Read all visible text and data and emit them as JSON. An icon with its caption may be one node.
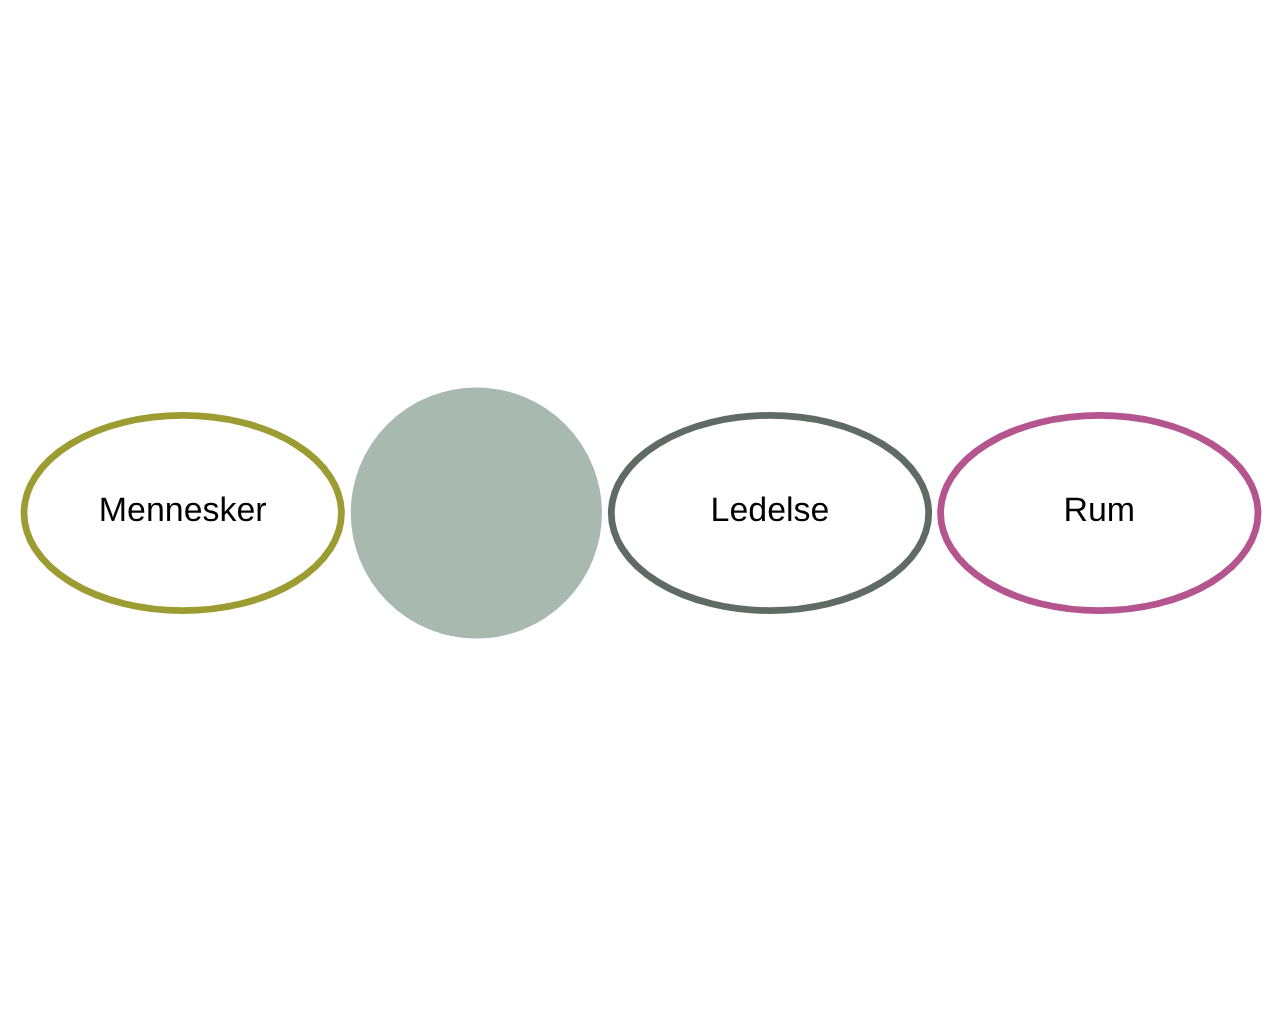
{
  "diagram": {
    "nodes": [
      {
        "text": [
          "Mennesker"
        ]
      },
      {
        "text": [],
        "shape": "circle"
      },
      {
        "text": [
          "Ledelse"
        ]
      },
      {
        "text": [
          "Rum"
        ]
      }
    ]
  }
}
